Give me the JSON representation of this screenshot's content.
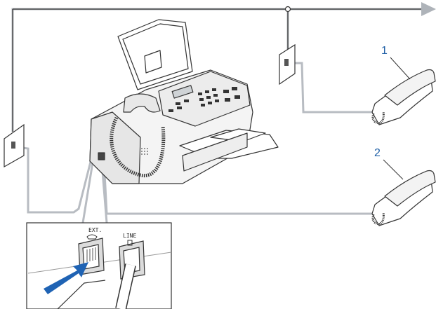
{
  "callouts": {
    "phone_1": "1",
    "phone_2": "2"
  },
  "jack_labels": {
    "ext": "EXT.",
    "line": "LINE"
  },
  "colors": {
    "line_wire": "#b8bcc2",
    "arrow_accent": "#1f63b4",
    "callout_text": "#1f5fa6"
  },
  "icons": {
    "ext_jack": "telephone-handset-icon",
    "line_jack": "wall-socket-icon"
  }
}
